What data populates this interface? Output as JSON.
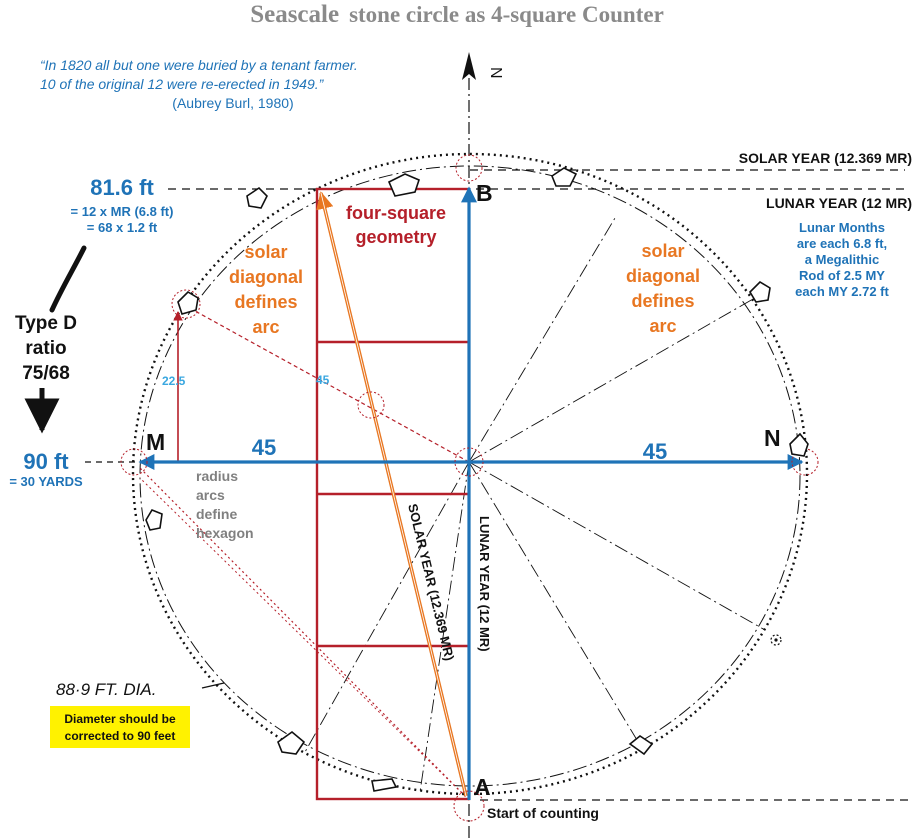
{
  "title": {
    "main": "Seascale",
    "rest": "stone circle as 4-square Counter"
  },
  "quote": {
    "line1": "“In 1820 all but one were buried by a tenant farmer.",
    "line2": "10 of the original 12 were re-erected in 1949.”",
    "source": "(Aubrey Burl, 1980)"
  },
  "compass": {
    "north": "N"
  },
  "points": {
    "A": "A",
    "B": "B",
    "M": "M",
    "N": "N"
  },
  "left_labels": {
    "height_value": "81.6 ft",
    "height_note1": "= 12 x MR (6.8 ft)",
    "height_note2": "= 68 x 1.2 ft",
    "type_line1": "Type D",
    "type_line2": "ratio",
    "type_line3": "75/68",
    "diameter_value": "90 ft",
    "diameter_note": "= 30 YARDS"
  },
  "right_labels": {
    "solar_year": "SOLAR YEAR (12.369 MR)",
    "lunar_year": "LUNAR YEAR (12 MR)",
    "lunar_months": [
      "Lunar Months",
      "are each 6.8 ft,",
      "a Megalithic",
      "Rod of 2.5 MY",
      "each MY 2.72 ft"
    ]
  },
  "geometry_labels": {
    "four_square": [
      "four-square",
      "geometry"
    ],
    "solar_diagonal_left": [
      "solar",
      "diagonal",
      "defines",
      "arc"
    ],
    "solar_diagonal_right": [
      "solar",
      "diagonal",
      "defines",
      "arc"
    ],
    "radius_arcs": [
      "radius",
      "arcs",
      "define",
      "hexagon"
    ],
    "radius_left": "45",
    "radius_right": "45",
    "small_22_5": "22.5",
    "small_45": "45",
    "lunar_axis": "LUNAR YEAR (12 MR)",
    "solar_diagonal": "SOLAR YEAR (12.369 MR)"
  },
  "notes": {
    "handwritten_dia": "88·9 FT. DIA.",
    "correction": [
      "Diameter should be",
      "corrected to 90 feet"
    ],
    "start": "Start of counting"
  },
  "colors": {
    "blue": "#1f73b7",
    "orange": "#e87722",
    "red": "#b5202a",
    "grey_text": "#808080",
    "highlight": "#fff200"
  }
}
